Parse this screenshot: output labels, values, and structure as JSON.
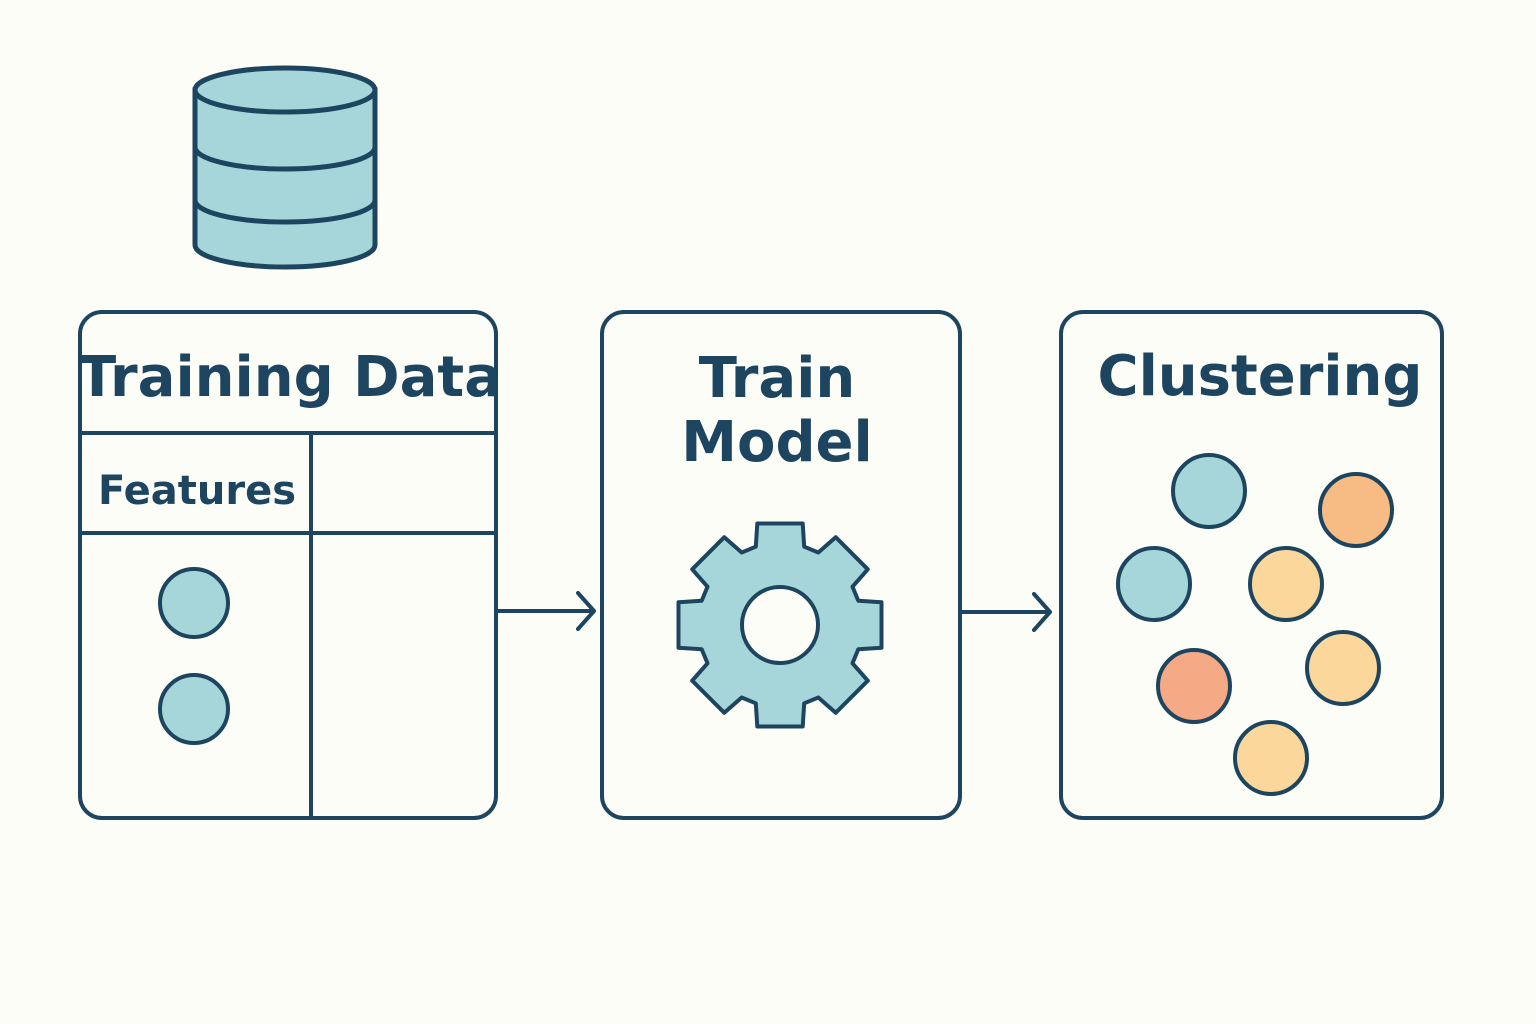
{
  "colors": {
    "background": "#fdfdf8",
    "stroke": "#1d4560",
    "text": "#1d4560",
    "teal": "#a6d6da",
    "orange": "#f7bb84",
    "salmon": "#f5a985",
    "yellow": "#fbd79c"
  },
  "database": {
    "icon": "database-icon"
  },
  "training_data": {
    "title": "Training Data",
    "features_label": "Features"
  },
  "train_model": {
    "title_line1": "Train",
    "title_line2": "Model",
    "icon": "gear-icon"
  },
  "clustering": {
    "title": "Clustering",
    "points": [
      {
        "cluster": "teal"
      },
      {
        "cluster": "orange"
      },
      {
        "cluster": "teal"
      },
      {
        "cluster": "yellow"
      },
      {
        "cluster": "salmon"
      },
      {
        "cluster": "yellow"
      },
      {
        "cluster": "yellow"
      }
    ]
  }
}
